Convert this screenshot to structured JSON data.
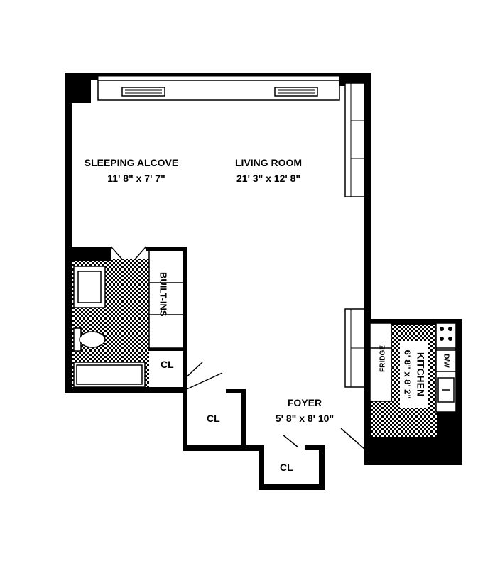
{
  "rooms": {
    "sleeping_alcove": {
      "name": "SLEEPING ALCOVE",
      "dims": "11' 8\" x 7' 7\""
    },
    "living_room": {
      "name": "LIVING ROOM",
      "dims": "21' 3\" x 12' 8\""
    },
    "foyer": {
      "name": "FOYER",
      "dims": "5' 8\" x 8' 10\""
    },
    "kitchen": {
      "name": "KITCHEN",
      "dims": "6' 8\" x 8' 2\""
    }
  },
  "fixtures": {
    "built_ins": "BUILT-INS",
    "fridge": "FRIDGE",
    "dishwasher": "D/W"
  },
  "closets": {
    "cl1": "CL",
    "cl2": "CL",
    "cl3": "CL"
  },
  "colors": {
    "wall": "#000000",
    "background": "#ffffff"
  }
}
